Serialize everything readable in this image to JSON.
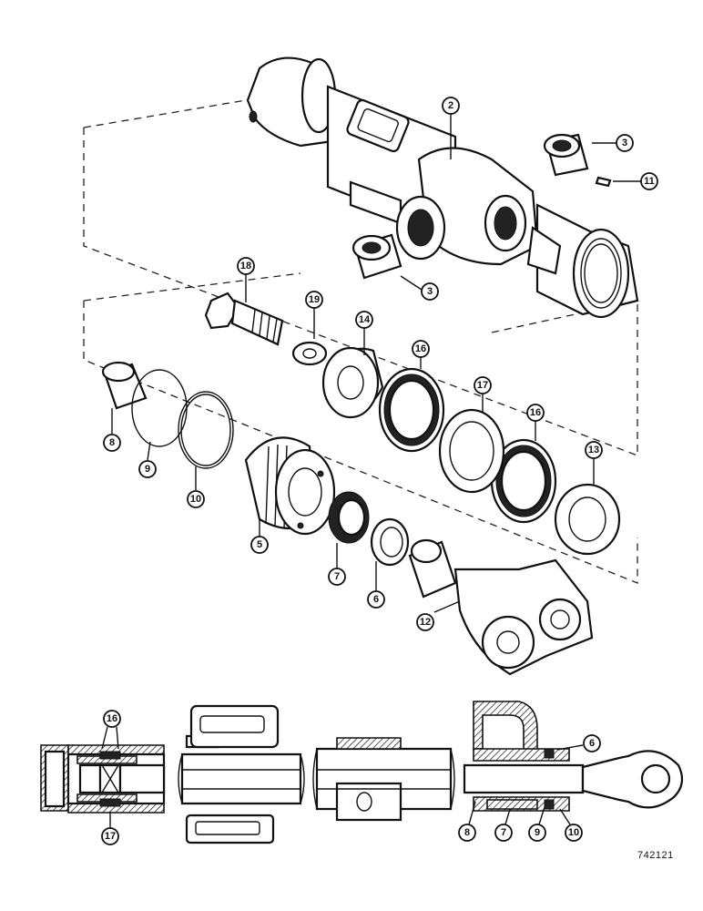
{
  "drawing_number": "742121",
  "callouts": {
    "c2": "2",
    "c3a": "3",
    "c3b": "3",
    "c11": "11",
    "c18": "18",
    "c19": "19",
    "c14": "14",
    "c16a": "16",
    "c17a": "17",
    "c16b": "16",
    "c13": "13",
    "c8": "8",
    "c9": "9",
    "c10": "10",
    "c5": "5",
    "c7": "7",
    "c6": "6",
    "c12": "12",
    "s16": "16",
    "s17": "17",
    "s6": "6",
    "s8": "8",
    "s7": "7",
    "s9": "9",
    "s10": "10"
  }
}
